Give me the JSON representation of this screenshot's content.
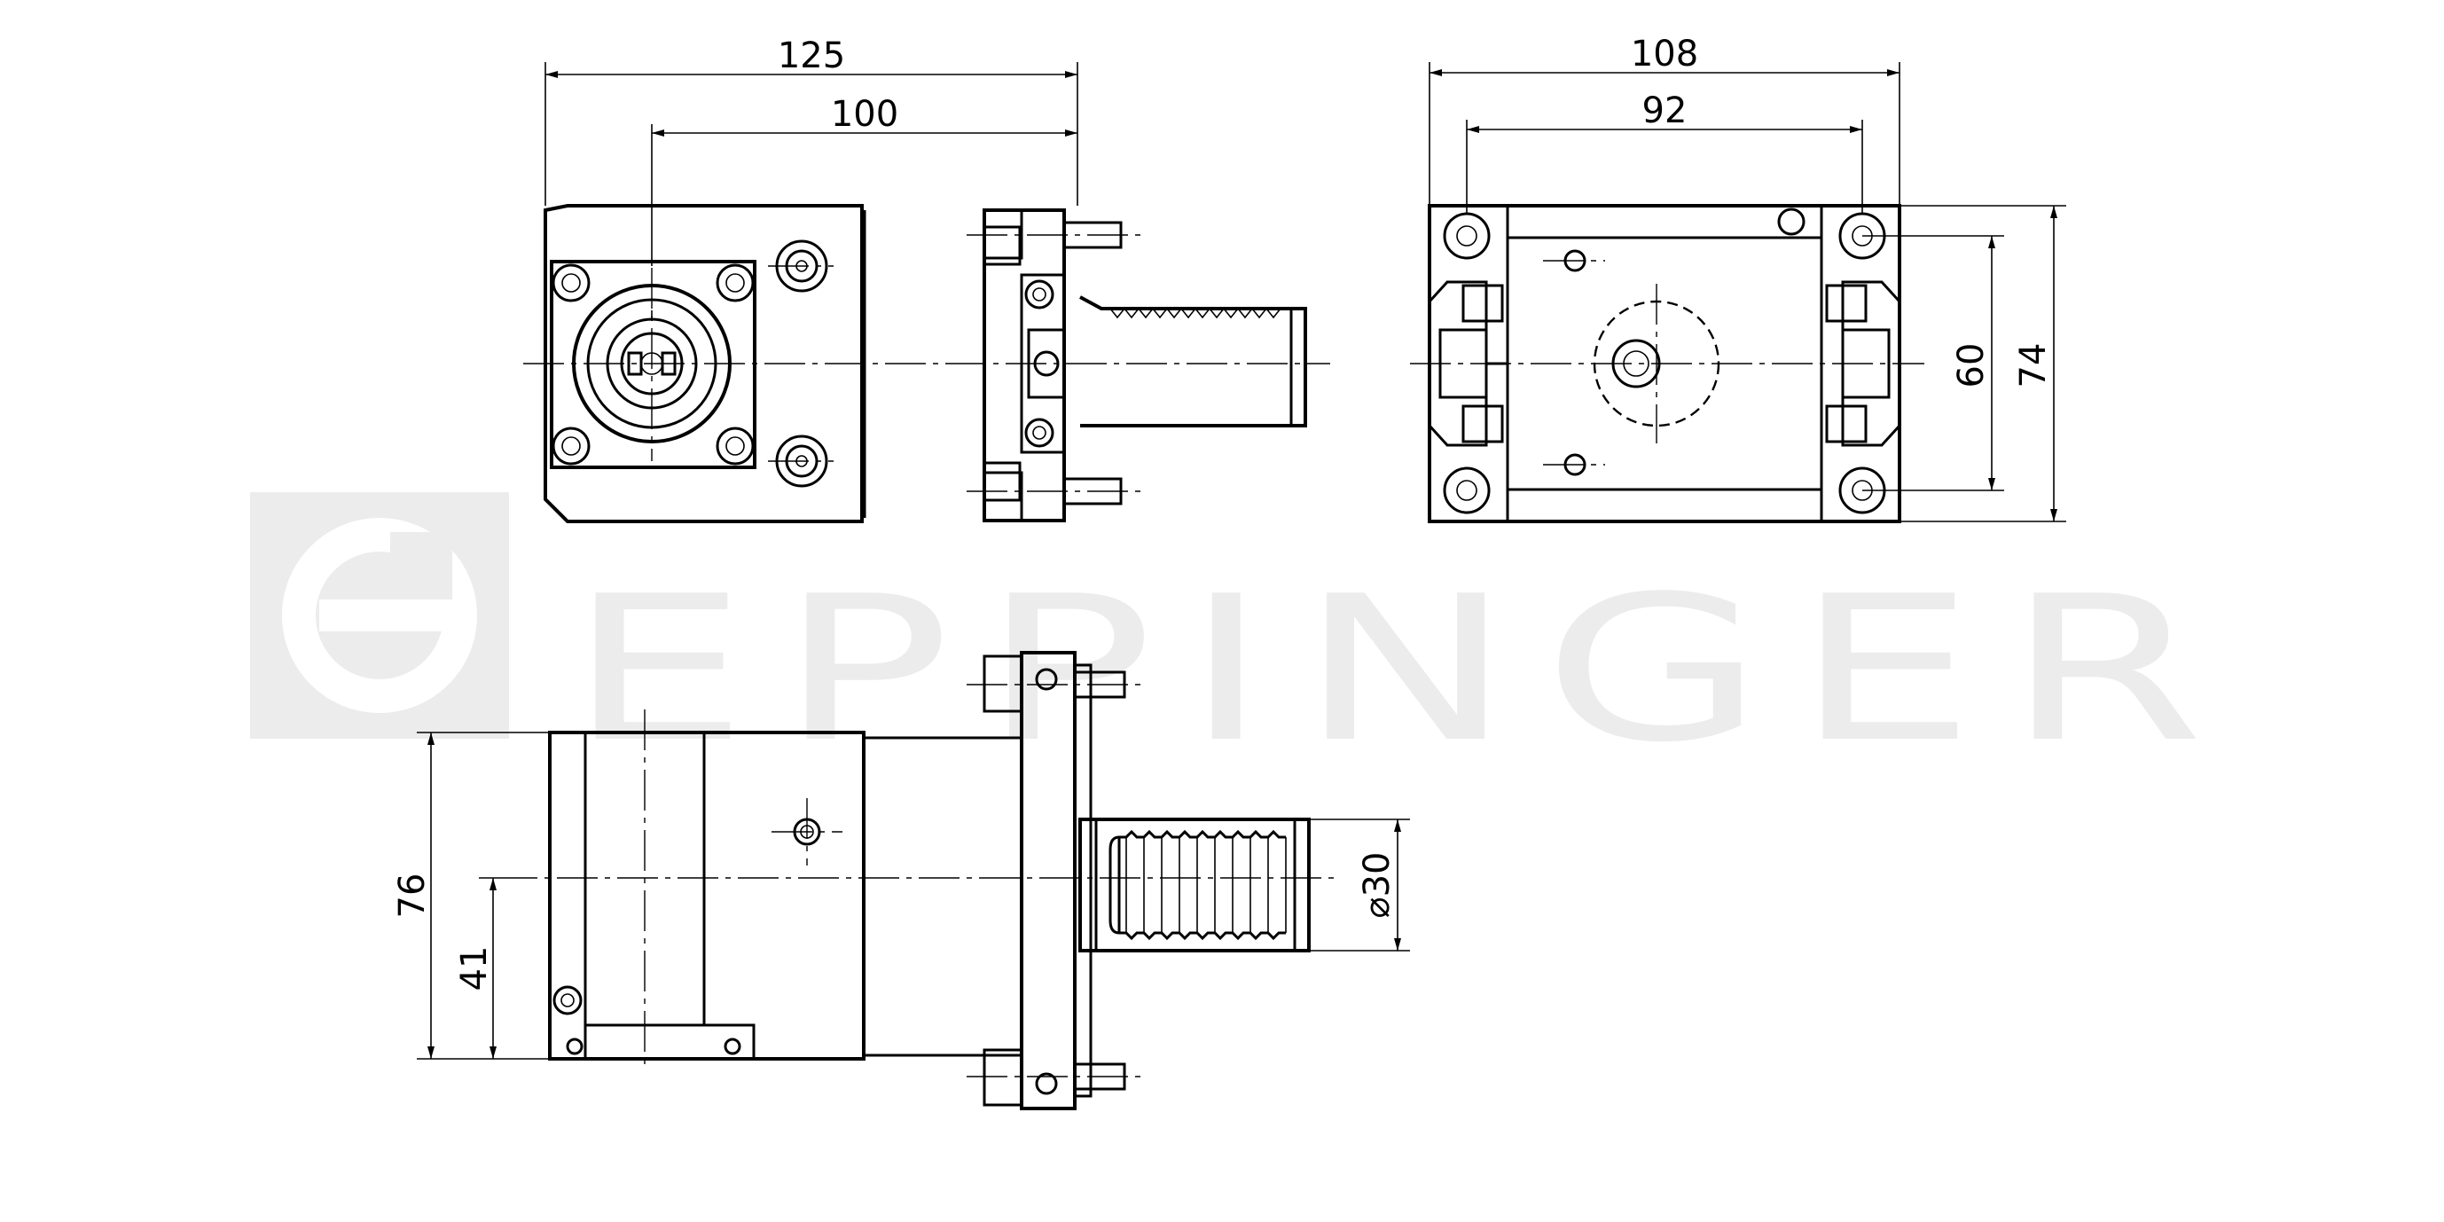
{
  "watermark": {
    "brand": "EPPINGER"
  },
  "dimensions": {
    "front_width": "125",
    "front_width_inner": "100",
    "side_width": "108",
    "side_width_inner": "92",
    "side_height_inner": "60",
    "side_height": "74",
    "bottom_height": "76",
    "bottom_center_height": "41",
    "shank_diameter": "⌀30"
  }
}
